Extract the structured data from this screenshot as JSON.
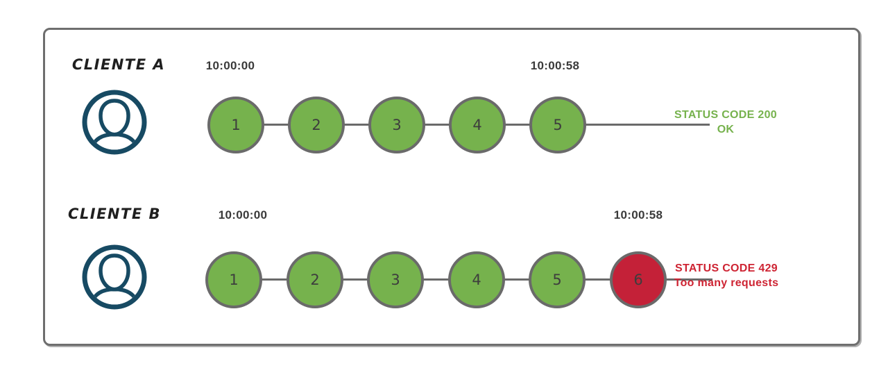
{
  "diagram": {
    "title_semantic": "rate-limiting-comparison",
    "rows": [
      {
        "client": "CLIENTE A",
        "start_time": "10:00:00",
        "end_time": "10:00:58",
        "requests": [
          "1",
          "2",
          "3",
          "4",
          "5"
        ],
        "status_line1": "STATUS CODE 200",
        "status_line2": "OK"
      },
      {
        "client": "CLIENTE B",
        "start_time": "10:00:00",
        "end_time": "10:00:58",
        "requests": [
          "1",
          "2",
          "3",
          "4",
          "5",
          "6"
        ],
        "blocked_request": "6",
        "status_line1": "STATUS CODE 429",
        "status_line2": "Too many requests"
      }
    ],
    "colors": {
      "request_ok_fill": "#76B24D",
      "request_blocked_fill": "#C42138",
      "circle_border": "#6A6A6A",
      "timeline_line": "#6A6A6A",
      "status_ok_text": "#76B24D",
      "status_error_text": "#CE2433",
      "client_icon": "#174A63",
      "timestamp_text": "#3A3A3A",
      "frame_border": "#6E6E6E",
      "background": "#FFFFFF"
    }
  }
}
